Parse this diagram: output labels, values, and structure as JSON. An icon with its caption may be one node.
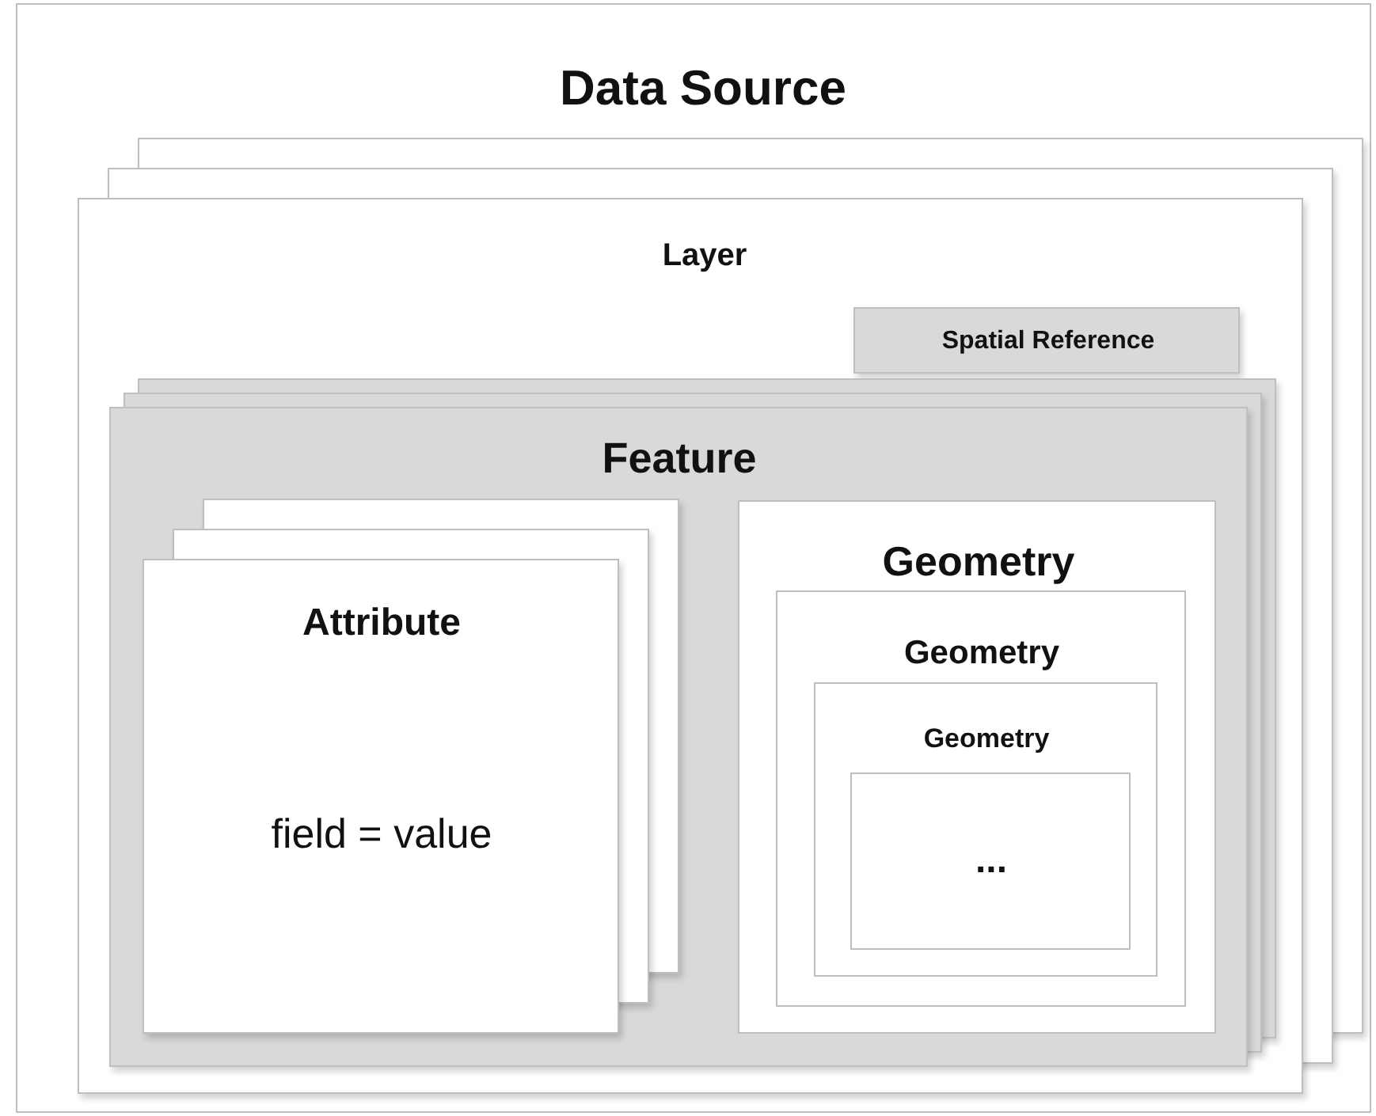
{
  "diagram": {
    "nodes": [
      {
        "text": [
          "Data Source"
        ]
      },
      {
        "text": [
          "Layer"
        ],
        "in": 0
      },
      {
        "text": [
          "Spatial Reference"
        ],
        "in": 1
      },
      {
        "text": [
          "Feature"
        ],
        "in": 1
      },
      {
        "text": [
          "Attribute",
          "field = value"
        ],
        "in": 3
      },
      {
        "text": [
          "Geometry"
        ],
        "in": 3
      },
      {
        "text": [
          "Geometry"
        ],
        "in": 5
      },
      {
        "text": [
          "Geometry"
        ],
        "in": 6
      },
      {
        "text": [
          "..."
        ],
        "in": 7
      }
    ]
  }
}
